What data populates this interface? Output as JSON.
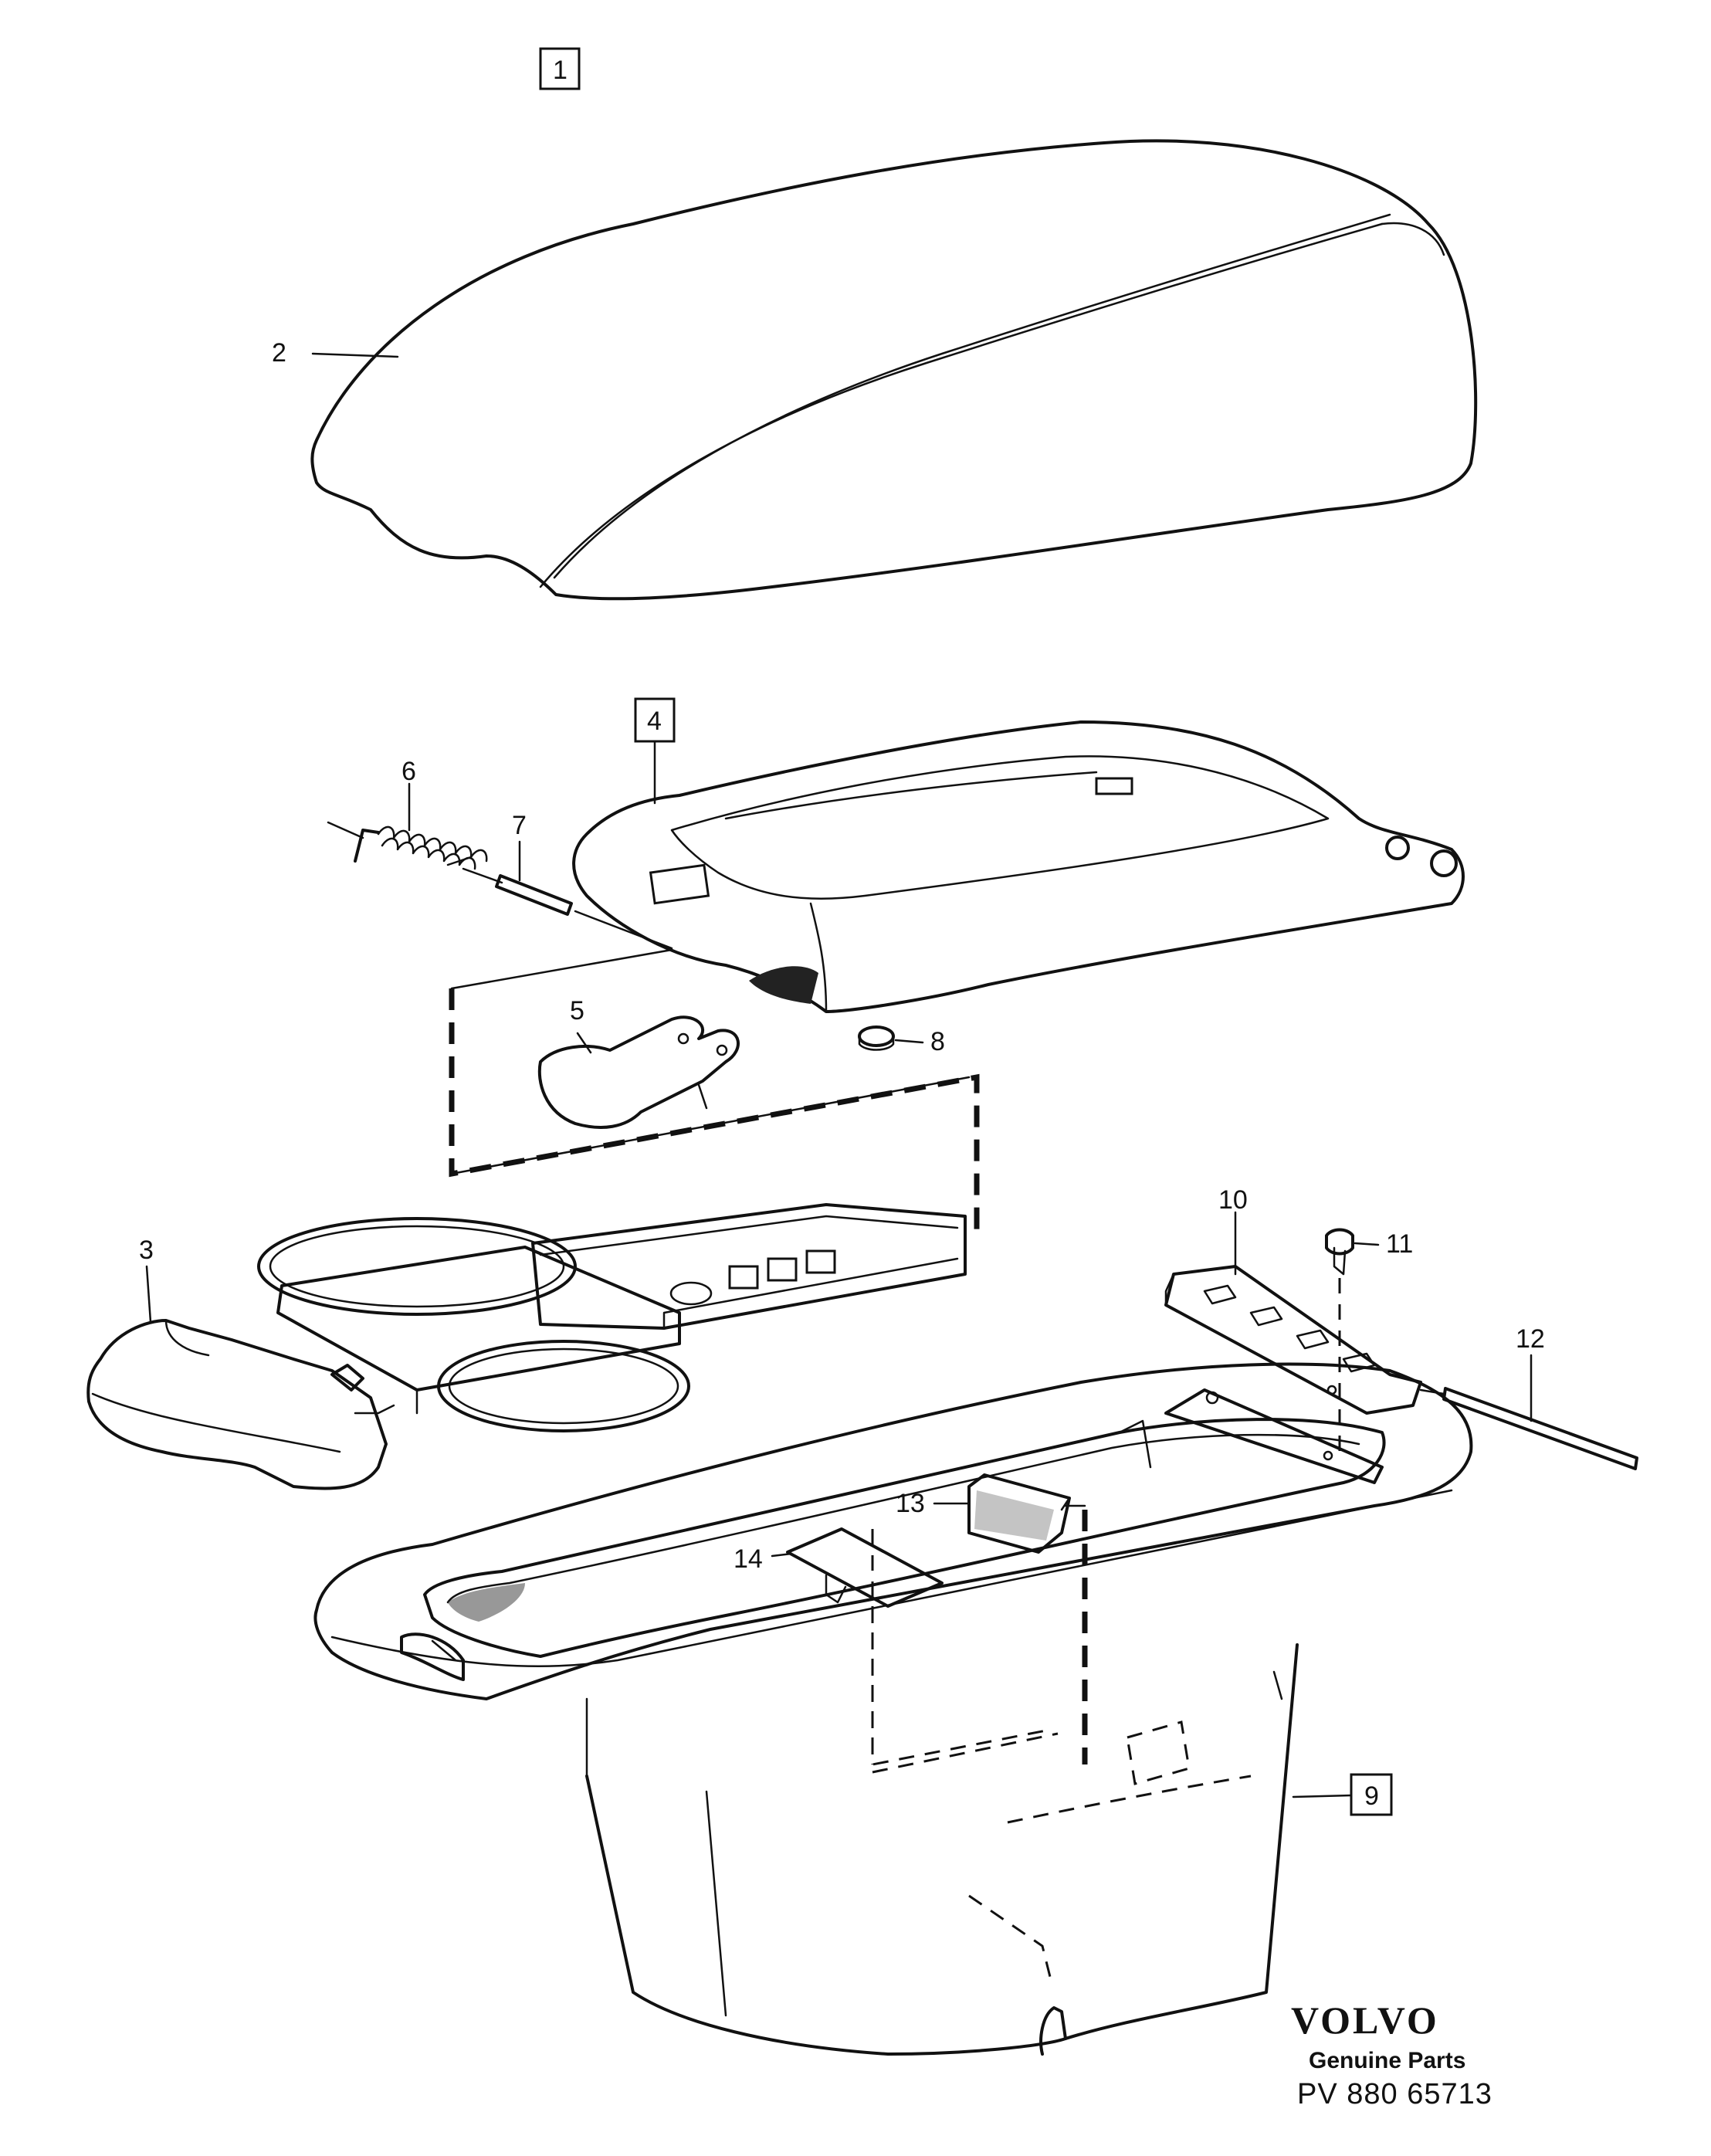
{
  "callouts": {
    "c1": "1",
    "c2": "2",
    "c3": "3",
    "c4": "4",
    "c5": "5",
    "c6": "6",
    "c7": "7",
    "c8": "8",
    "c9": "9",
    "c10": "10",
    "c11": "11",
    "c12": "12",
    "c13": "13",
    "c14": "14"
  },
  "footer": {
    "brand": "VOLVO",
    "tagline": "Genuine Parts",
    "drawing_number": "PV 880 65713"
  }
}
